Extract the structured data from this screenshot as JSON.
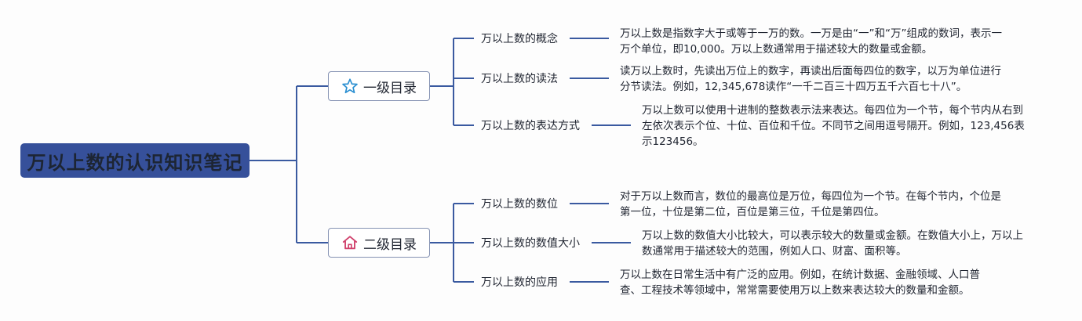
{
  "root": {
    "title": "万以上数的认识知识笔记"
  },
  "branches": [
    {
      "label": "一级目录",
      "icon": "star-icon",
      "topics": [
        {
          "title": "万以上数的概念",
          "detail": "万以上数是指数字大于或等于一万的数。一万是由“一”和“万”组成的数词，表示一万个单位，即10,000。万以上数通常用于描述较大的数量或金额。"
        },
        {
          "title": "万以上数的读法",
          "detail": "读万以上数时，先读出万位上的数字，再读出后面每四位的数字，以万为单位进行分节读法。例如，12,345,678读作“一千二百三十四万五千六百七十八”。"
        },
        {
          "title": "万以上数的表达方式",
          "detail": "万以上数可以使用十进制的整数表示法来表达。每四位为一个节，每个节内从右到左依次表示个位、十位、百位和千位。不同节之间用逗号隔开。例如，123,456表示123456。"
        }
      ]
    },
    {
      "label": "二级目录",
      "icon": "home-icon",
      "topics": [
        {
          "title": "万以上数的数位",
          "detail": "对于万以上数而言，数位的最高位是万位，每四位为一个节。在每个节内，个位是第一位，十位是第二位，百位是第三位，千位是第四位。"
        },
        {
          "title": "万以上数的数值大小",
          "detail": "万以上数的数值大小比较大，可以表示较大的数量或金额。在数值大小上，万以上数通常用于描述较大的范围，例如人口、财富、面积等。"
        },
        {
          "title": "万以上数的应用",
          "detail": "万以上数在日常生活中有广泛的应用。例如，在统计数据、金融领域、人口普查、工程技术等领域中，常常需要使用万以上数来表达较大的数量和金额。"
        }
      ]
    }
  ]
}
